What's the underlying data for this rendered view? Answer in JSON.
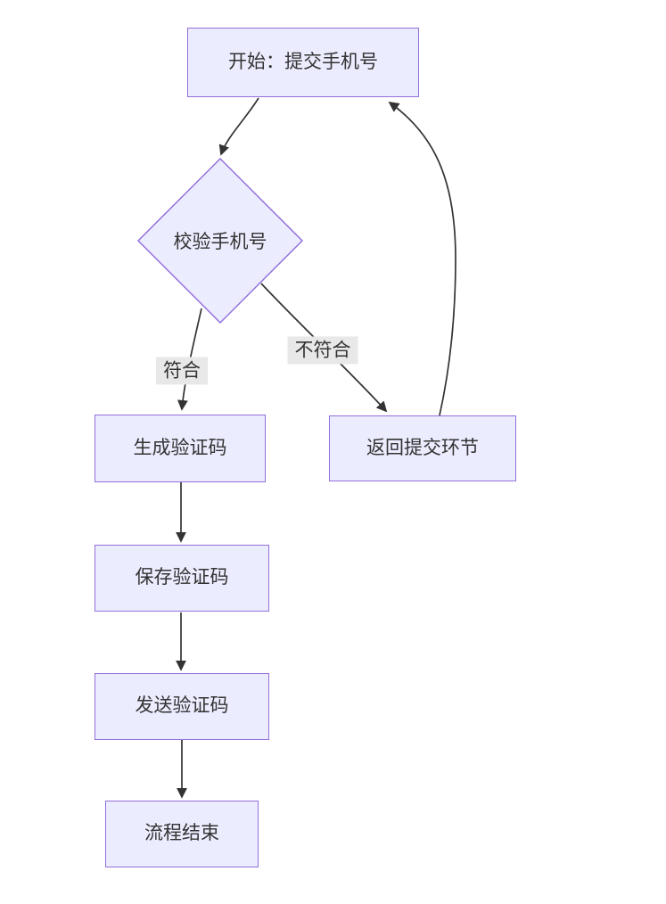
{
  "diagram": {
    "type": "flowchart",
    "direction": "top-down",
    "nodes": {
      "start": {
        "label": "开始：提交手机号",
        "shape": "rect"
      },
      "validate": {
        "label": "校验手机号",
        "shape": "diamond"
      },
      "generate": {
        "label": "生成验证码",
        "shape": "rect"
      },
      "return": {
        "label": "返回提交环节",
        "shape": "rect"
      },
      "save": {
        "label": "保存验证码",
        "shape": "rect"
      },
      "send": {
        "label": "发送验证码",
        "shape": "rect"
      },
      "end": {
        "label": "流程结束",
        "shape": "rect"
      }
    },
    "edges": [
      {
        "from": "start",
        "to": "validate",
        "label": ""
      },
      {
        "from": "validate",
        "to": "generate",
        "label": "符合"
      },
      {
        "from": "validate",
        "to": "return",
        "label": "不符合"
      },
      {
        "from": "return",
        "to": "start",
        "label": ""
      },
      {
        "from": "generate",
        "to": "save",
        "label": ""
      },
      {
        "from": "save",
        "to": "send",
        "label": ""
      },
      {
        "from": "send",
        "to": "end",
        "label": ""
      }
    ],
    "colors": {
      "node_fill": "#ececff",
      "node_border": "#9370db",
      "edge_stroke": "#333333",
      "edge_label_bg": "#e8e8e8",
      "text": "#333333",
      "background": "#ffffff"
    }
  }
}
